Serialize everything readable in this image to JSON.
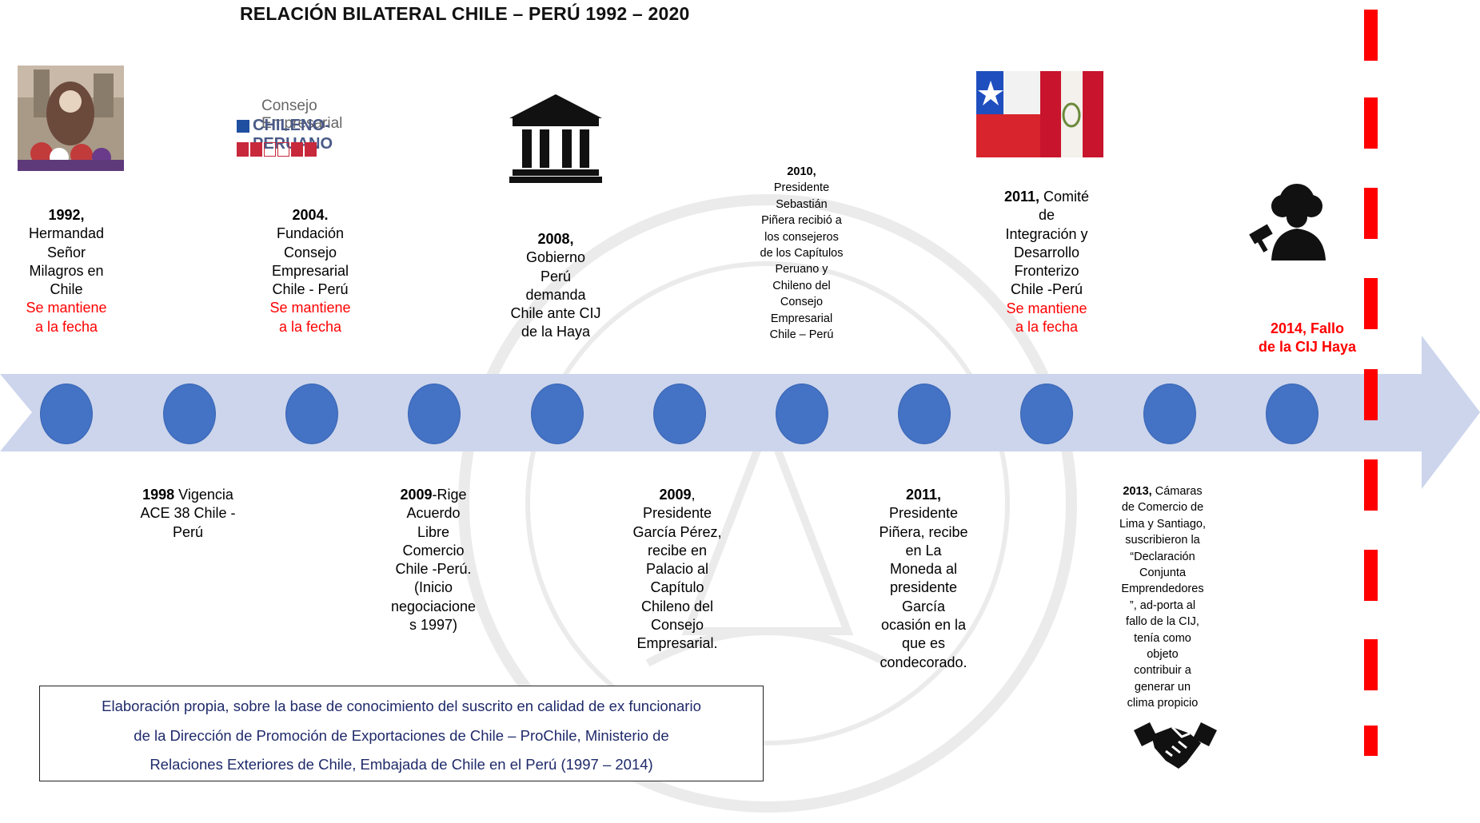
{
  "title": "RELACIÓN BILATERAL CHILE – PERÚ  1992 – 2020",
  "logo": {
    "line1": "Consejo Empresarial",
    "line2": "CHILENO-PERUANO"
  },
  "events_top": [
    {
      "year": "1992,",
      "text": [
        "Hermandad",
        "Señor",
        "Milagros en",
        "Chile"
      ],
      "note": [
        "Se mantiene",
        "a la fecha"
      ]
    },
    {
      "year": "2004.",
      "text": [
        "Fundación",
        "Consejo",
        "Empresarial",
        "Chile - Perú"
      ],
      "note": [
        "Se mantiene",
        "a la fecha"
      ]
    },
    {
      "year": "2008,",
      "text": [
        "Gobierno",
        "Perú",
        "demanda",
        "Chile ante  CIJ",
        "de la Haya"
      ]
    },
    {
      "year": "2010,",
      "text": [
        "Presidente",
        "Sebastián",
        "Piñera recibió a",
        "los consejeros",
        "de los Capítulos",
        "Peruano y",
        "Chileno del",
        "Consejo",
        "Empresarial",
        "Chile – Perú"
      ]
    },
    {
      "year": "2011,",
      "year_tail": " Comité",
      "text": [
        "de",
        "Integración y",
        "Desarrollo",
        "Fronterizo",
        "Chile -Perú"
      ],
      "note": [
        "Se mantiene",
        "a la fecha"
      ]
    },
    {
      "text": [
        "2014, Fallo",
        "de la CIJ Haya"
      ]
    }
  ],
  "events_bottom": [
    {
      "year": "1998",
      "year_tail": " Vigencia",
      "text": [
        "ACE 38 Chile -",
        "Perú"
      ]
    },
    {
      "year": "2009",
      "year_tail": "-Rige",
      "text": [
        "Acuerdo",
        "Libre",
        "Comercio",
        "Chile -Perú.",
        "(Inicio",
        "negociacione",
        "s 1997)"
      ]
    },
    {
      "year": "2009",
      "year_tail": ",",
      "text": [
        "Presidente",
        "García Pérez,",
        "recibe en",
        "Palacio al",
        "Capítulo",
        "Chileno del",
        "Consejo",
        "Empresarial."
      ]
    },
    {
      "year": "2011,",
      "text": [
        "Presidente",
        "Piñera, recibe",
        "en La",
        "Moneda al",
        "presidente",
        "García",
        "ocasión en la",
        "que es",
        "condecorado."
      ]
    },
    {
      "year": "2013,",
      "year_tail": "  Cámaras",
      "text": [
        "de Comercio de",
        "Lima y Santiago,",
        "suscribieron la",
        "“Declaración",
        "Conjunta",
        "Emprendedores",
        "”, ad-porta al",
        "fallo de la CIJ,",
        "tenía  como",
        "objeto",
        "contribuir a",
        "generar un",
        "clima propicio"
      ]
    }
  ],
  "source": [
    "Elaboración propia, sobre la base de conocimiento del suscrito en calidad de ex funcionario",
    "de la Dirección de Promoción de Exportaciones de Chile – ProChile, Ministerio de",
    "Relaciones Exteriores de Chile, Embajada de Chile en el Perú (1997 – 2014)"
  ],
  "colors": {
    "band": "#ccd5ec",
    "node": "#4472c4",
    "accent": "#ff0000",
    "source_text": "#1f2a6a"
  },
  "icons": [
    "procession-photo",
    "logo-consejo-empresarial",
    "court-building-icon",
    "flags-chile-peru",
    "judge-gavel-icon",
    "handshake-icon"
  ]
}
